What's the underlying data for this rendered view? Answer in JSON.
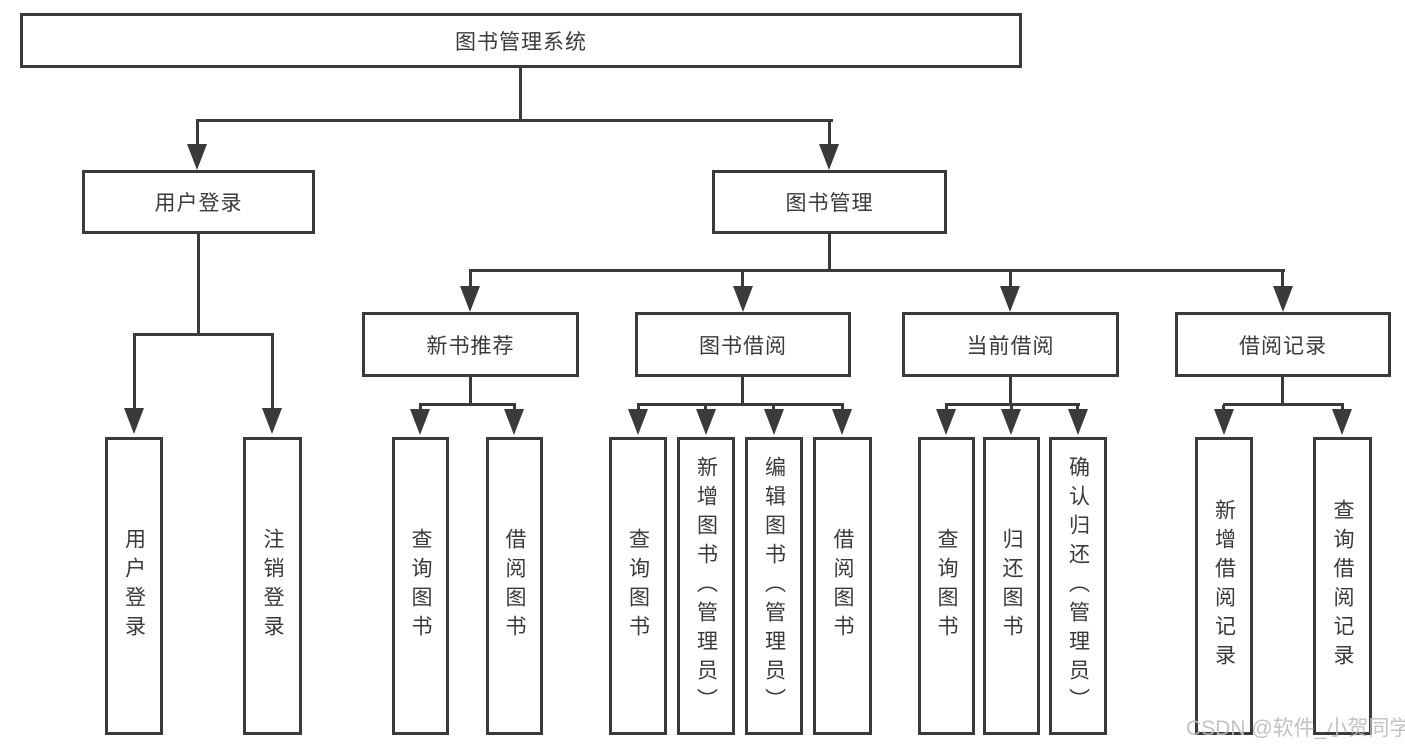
{
  "diagram": {
    "root": {
      "label": "图书管理系统"
    },
    "level2": {
      "user_login": {
        "label": "用户登录"
      },
      "book_mgmt": {
        "label": "图书管理"
      }
    },
    "level3": {
      "new_books": {
        "label": "新书推荐"
      },
      "borrowing": {
        "label": "图书借阅"
      },
      "current": {
        "label": "当前借阅"
      },
      "records": {
        "label": "借阅记录"
      }
    },
    "leaves": {
      "login": {
        "label": "用户登录"
      },
      "logout": {
        "label": "注销登录"
      },
      "nb_query": {
        "label": "查询图书"
      },
      "nb_borrow": {
        "label": "借阅图书"
      },
      "bb_query": {
        "label": "查询图书"
      },
      "bb_add": {
        "label": "新增图书（管理员）"
      },
      "bb_edit": {
        "label": "编辑图书（管理员）"
      },
      "bb_borrow": {
        "label": "借阅图书"
      },
      "cb_query": {
        "label": "查询图书"
      },
      "cb_return": {
        "label": "归还图书"
      },
      "cb_confirm": {
        "label": "确认归还（管理员）"
      },
      "rec_add": {
        "label": "新增借阅记录"
      },
      "rec_query": {
        "label": "查询借阅记录"
      }
    }
  },
  "watermark": {
    "text": "CSDN @软件_小贺同学"
  },
  "colors": {
    "line": "#3a3a3a",
    "text": "#3a3a3a",
    "watermark": "#bdbdbd",
    "background": "#ffffff"
  }
}
